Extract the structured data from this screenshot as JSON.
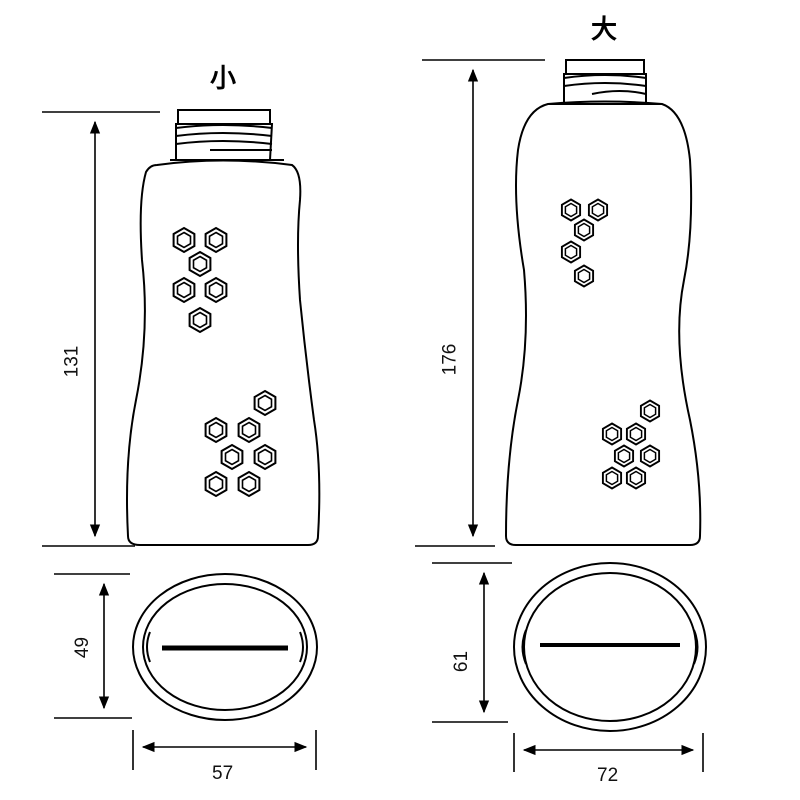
{
  "bottles": {
    "small": {
      "label": "小",
      "height": "131",
      "depth": "49",
      "width": "57"
    },
    "large": {
      "label": "大",
      "height": "176",
      "depth": "61",
      "width": "72"
    }
  },
  "colors": {
    "line": "#000000",
    "background": "#ffffff"
  }
}
